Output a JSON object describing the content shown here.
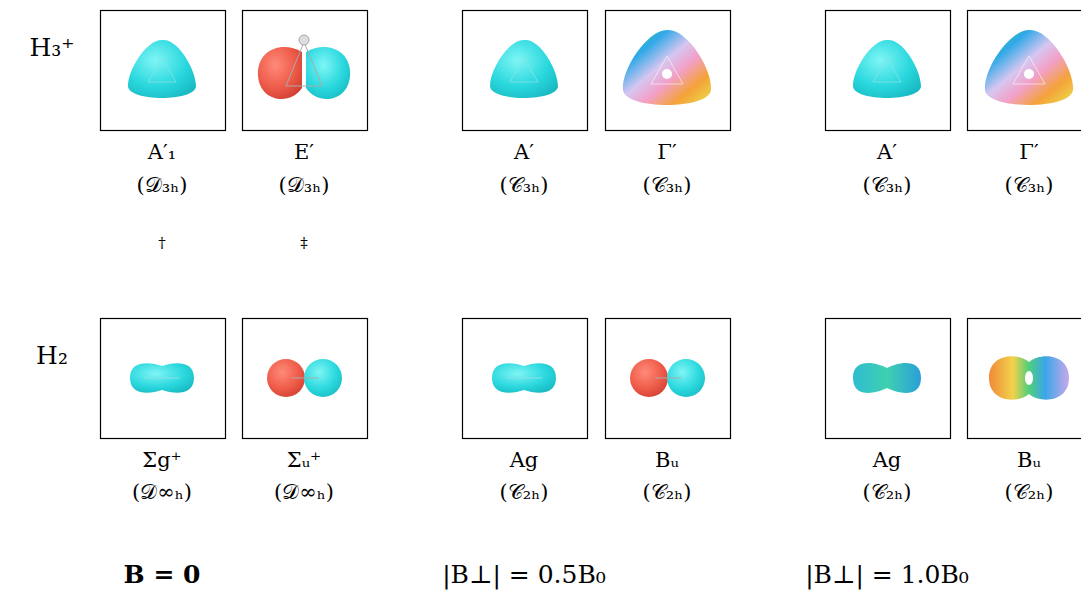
{
  "diagram": {
    "labels": [
      "H₃⁺",
      "A′₁",
      "(𝒟₃ₕ)",
      "E′",
      "(𝒟₃ₕ)",
      "†",
      "‡",
      "A′",
      "(𝒞₃ₕ)",
      "Γ′",
      "(𝒞₃ₕ)",
      "A′",
      "(𝒞₃ₕ)",
      "Γ′",
      "(𝒞₃ₕ)",
      "H₂",
      "Σg⁺",
      "(𝒟∞ₕ)",
      "Σᵤ⁺",
      "(𝒟∞ₕ)",
      "Ag",
      "(𝒞₂ₕ)",
      "Bᵤ",
      "(𝒞₂ₕ)",
      "Ag",
      "(𝒞₂ₕ)",
      "Bᵤ",
      "(𝒞₂ₕ)",
      "B = 0",
      "|B⊥| = 0.5B₀",
      "|B⊥| = 1.0B₀"
    ]
  }
}
